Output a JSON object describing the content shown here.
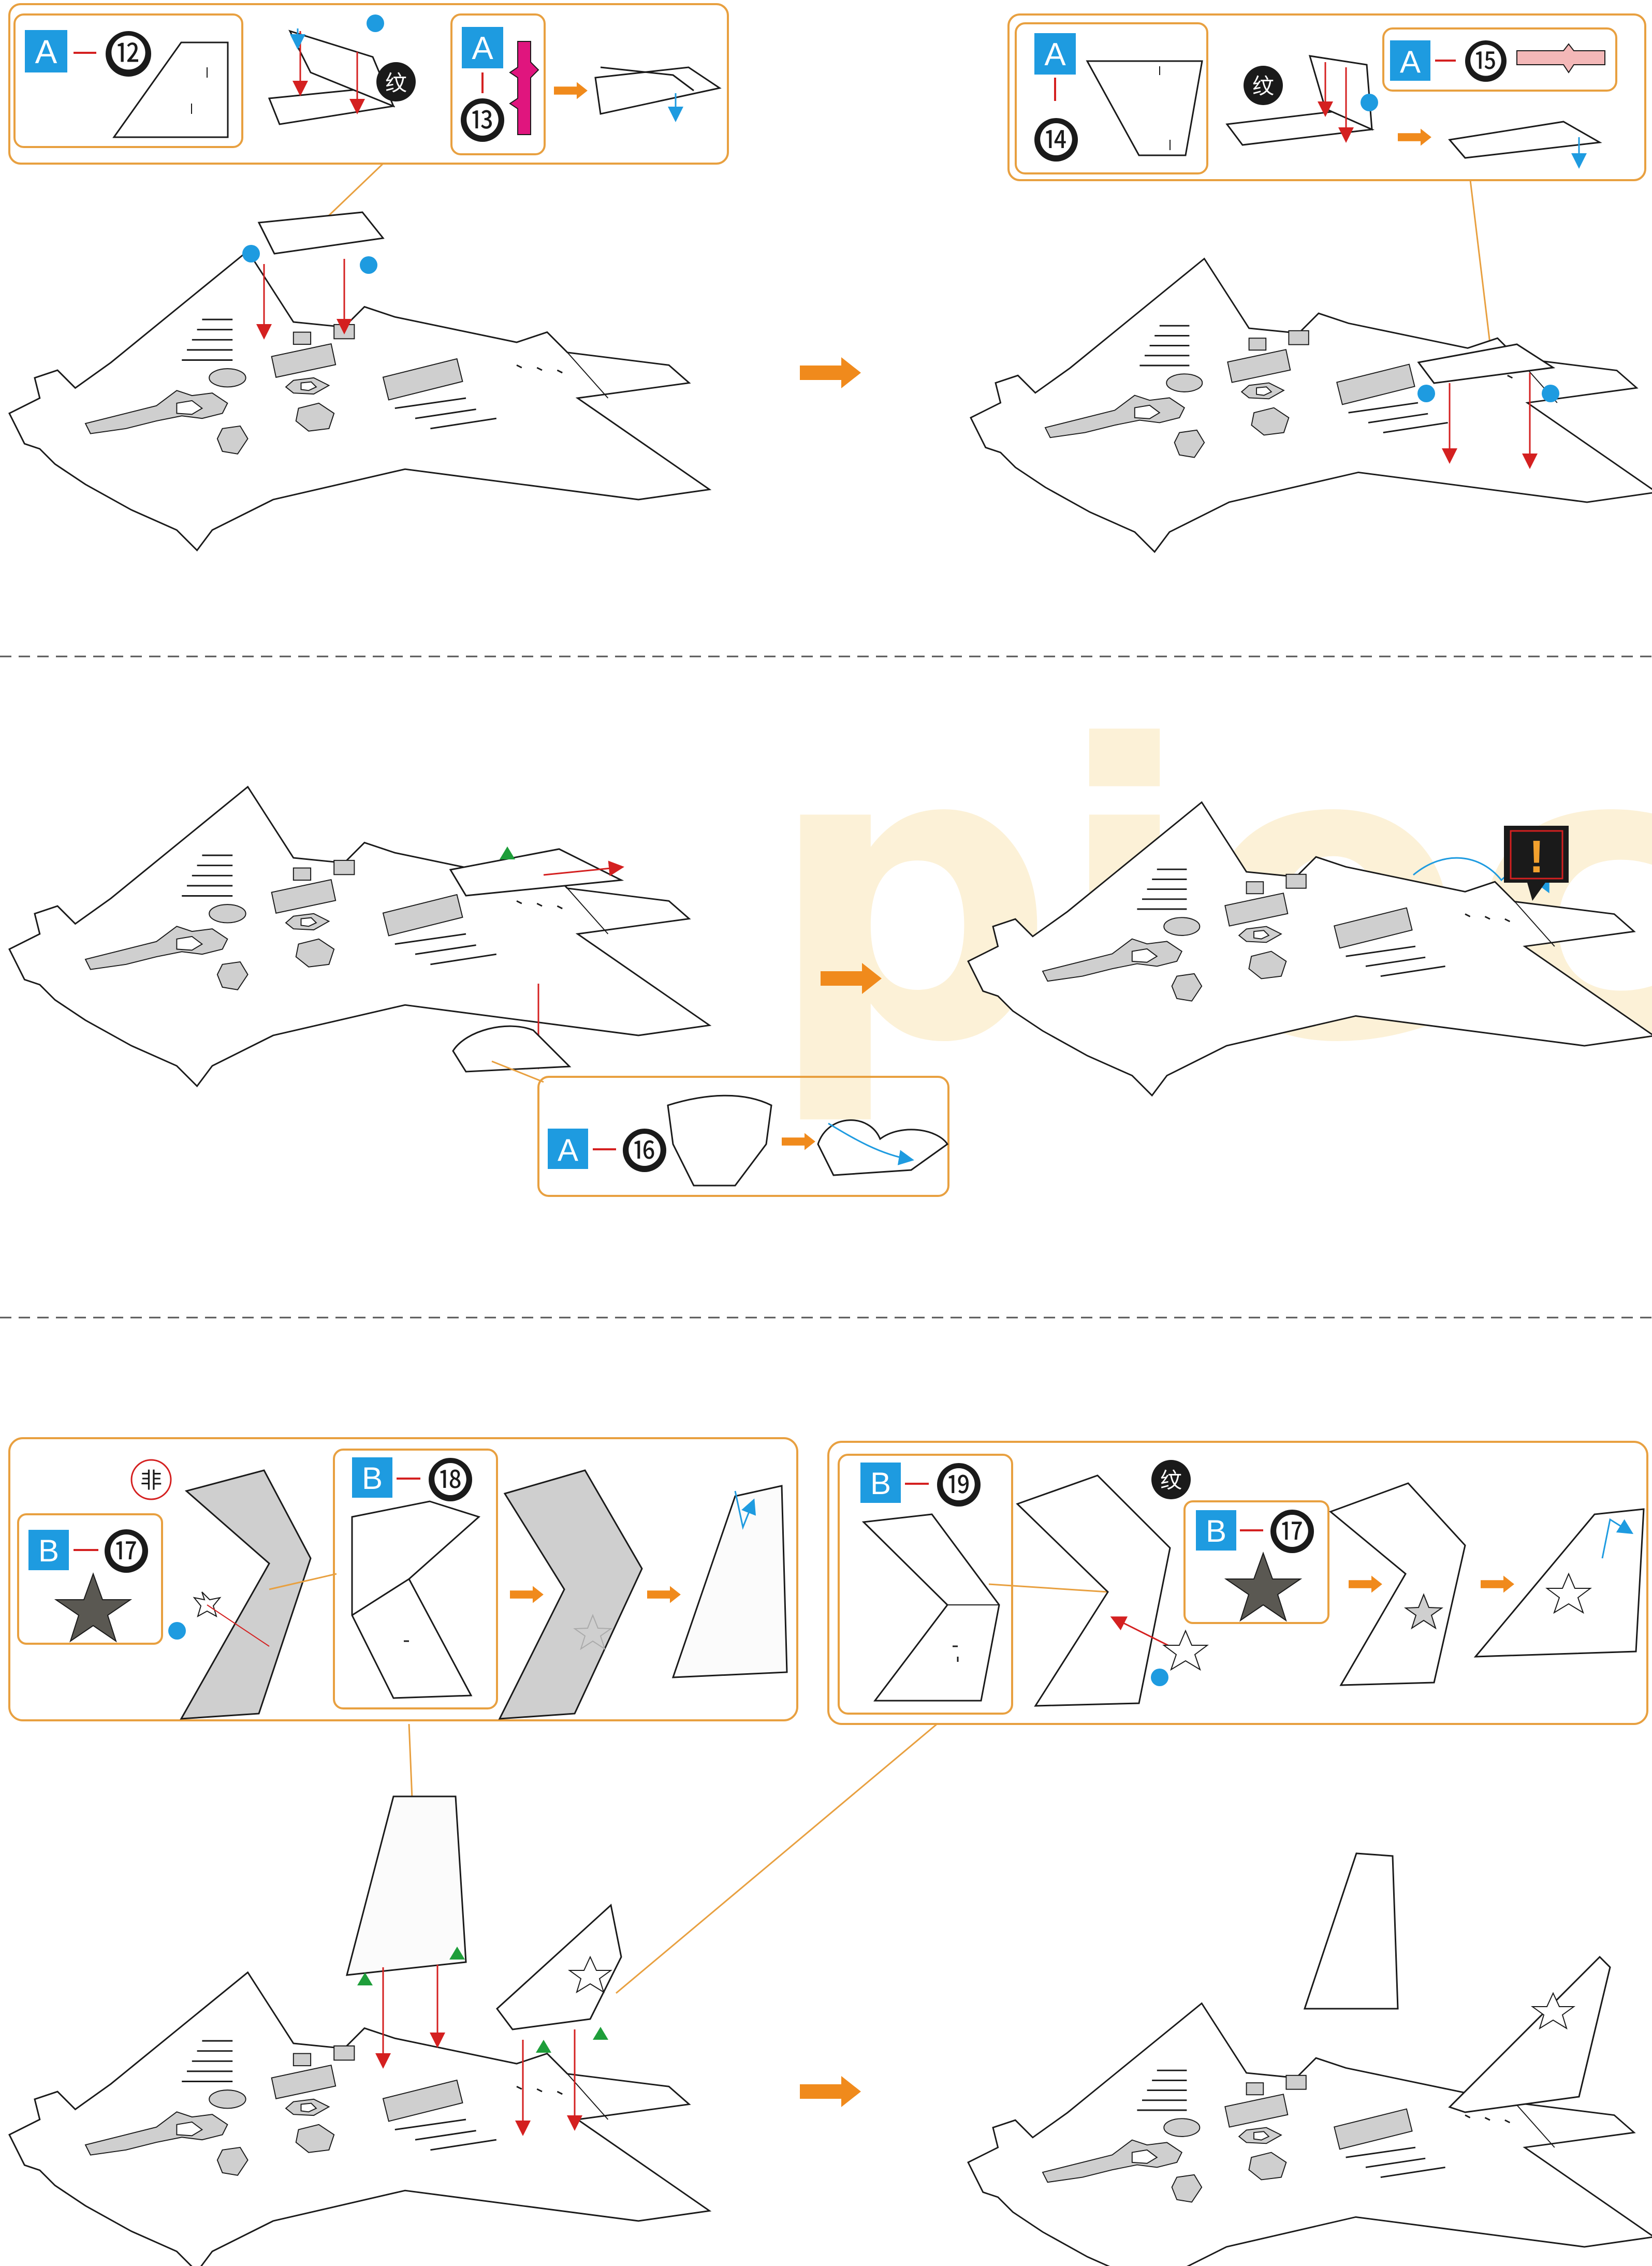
{
  "steps": {
    "step1": {
      "callout_left": {
        "sheet": "A",
        "part": "⓬"
      },
      "callout_mid": {
        "sheet": "A",
        "part": "⓭"
      },
      "texture_mark": "纹"
    },
    "step2": {
      "callout_left": {
        "sheet": "A",
        "part": "⓮"
      },
      "callout_right": {
        "sheet": "A",
        "part": "⓯"
      },
      "texture_mark": "纹"
    },
    "step3": {
      "callout": {
        "sheet": "A",
        "part": "⓰"
      },
      "warning_symbol": "!"
    },
    "step4": {
      "callout_left": {
        "sheet": "B",
        "part": "⓱"
      },
      "callout_mid": {
        "sheet": "B",
        "part": "⓲"
      },
      "callout_right_a": {
        "sheet": "B",
        "part": "⓳"
      },
      "callout_right_b": {
        "sheet": "B",
        "part": "⓱"
      },
      "non_texture_mark": "非",
      "texture_mark": "纹"
    }
  },
  "watermark": {
    "text": "piece"
  },
  "colors": {
    "callout_border": "#E8A040",
    "sheet_badge": "#1E9BE0",
    "number_badge": "#1A1A1A",
    "step_arrow": "#F08A1C",
    "guide_arrow": "#D42020",
    "dot": "#1E9BE0",
    "triangle": "#1E9E3A",
    "part_13": "#E0157E",
    "part_15": "#F4B8B8",
    "shading": "#CFCFCF"
  }
}
